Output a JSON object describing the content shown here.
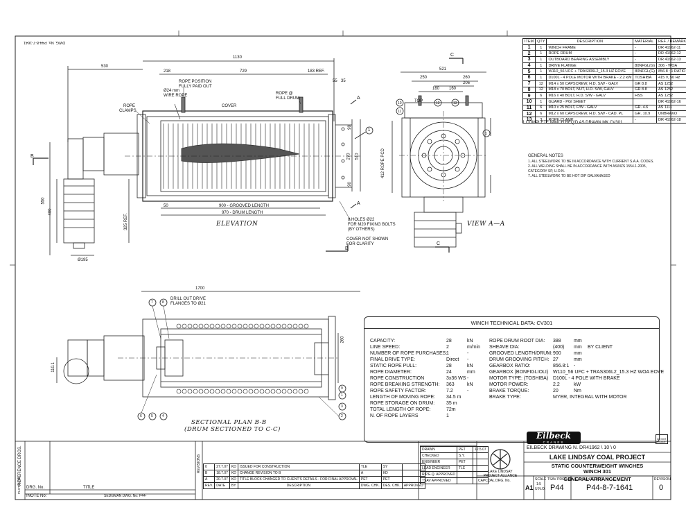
{
  "drawing_number_top": "DWG. No. P44-8-7-1641",
  "elevation": {
    "title": "ELEVATION",
    "dims": {
      "d530": "530",
      "d1130": "1130",
      "d218": "218",
      "d729": "729",
      "d183": "183 REF.",
      "d55": "55",
      "d35": "35",
      "d90a": "90",
      "d90b": "90",
      "d270": "270",
      "d510": "510",
      "d550": "550",
      "d400": "400",
      "d325": "325 REF.",
      "d195": "Ø195",
      "d50": "50",
      "d900": "900 - GROOVED LENGTH",
      "d970": "970 - DRUM LENGTH"
    },
    "notes": {
      "rope_position": "ROPE POSITION",
      "fully_paid": "FULLY PAID OUT",
      "wire_rope_a": "Ø24 mm",
      "wire_rope_b": "WIRE ROPE",
      "rope_at": "ROPE @",
      "full_drum": "FULL DRUM",
      "cover": "COVER",
      "rope_clamps_a": "ROPE",
      "rope_clamps_b": "CLAMPS",
      "holes_a": "8 HOLES Ø22",
      "holes_b": "FOR M20 FIXING BOLTS",
      "holes_c": "(BY OTHERS)",
      "cover_not_a": "COVER NOT SHOWN",
      "cover_not_b": "FOR CLARITY"
    },
    "section_markers": {
      "a": "A",
      "b": "B"
    }
  },
  "view_aa": {
    "title": "VIEW A—A",
    "dims": {
      "d521": "521",
      "d250": "250",
      "d260": "260",
      "d206": "206",
      "d160a": "160",
      "d160b": "160",
      "d412": "412 ROPE PCD"
    },
    "labels": {
      "top": "TOP",
      "c": "C"
    }
  },
  "section_bb": {
    "title_a": "SECTIONAL PLAN B-B",
    "title_b": "(DRUM SECTIONED TO C-C)",
    "dims": {
      "d1700": "1700",
      "d260": "260",
      "d1101": "110.1"
    },
    "notes": {
      "drill_a": "DRILL OUT DRIVE",
      "drill_b": "FLANGES TO Ø21"
    }
  },
  "bom": {
    "headers": [
      "ITEM",
      "QTY",
      "DESCRIPTION",
      "MATERIAL",
      "REF. / REMARKS"
    ],
    "rows": [
      [
        "1",
        "1",
        "WINCH FRAME",
        "-",
        "DR 41962-11"
      ],
      [
        "2",
        "1",
        "ROPE DRUM",
        "-",
        "DR 41962-12"
      ],
      [
        "3",
        "1",
        "OUTBOARD BEARING ASSEMBLY",
        "-",
        "DR 41962-13"
      ],
      [
        "4",
        "1",
        "DRIVE FLANGE",
        "80NFGL(G)",
        "306 - WOA"
      ],
      [
        "5",
        "1",
        "W110_56 UFC + TRAS306L2_15.3 HZ EOVE",
        "80NFGL(G)",
        "856.8 : 1 RATIO"
      ],
      [
        "6",
        "1",
        "D100L - 4 POLE MOTOR WITH BRAKE - 2.2 kW",
        "TOSHIBA",
        "415 V, 50 Hz"
      ],
      [
        "7",
        "12",
        "M14 x 50 CAPSCREW, H.D. S/W - GALV",
        "GR 8.8",
        "AS 1252"
      ],
      [
        "8",
        "12",
        "M18 x 70 BOLT, NUT, H.D. S/W, GALV",
        "GR 8.8",
        "AS 1252"
      ],
      [
        "9",
        "6",
        "M16 x 40 BOLT, H.D. S/W - GALV",
        "HSS",
        "AS 1252"
      ],
      [
        "10",
        "1",
        "GUARD - PGI SHEET",
        "",
        "DR 41962-16"
      ],
      [
        "11",
        "6",
        "M10 x 25 BOLT, F/W - GALV",
        "GR. 4.6",
        "AS 1111"
      ],
      [
        "12",
        "6",
        "M12 x 60 CAPSCREW, H.D. S/W - CAD. PL",
        "GR. 10.9",
        "UNBRAKO"
      ],
      [
        "13",
        "3",
        "ROPE CLAMP",
        "-",
        "DR 41962-18"
      ]
    ],
    "footer": "1 COMPLETE WINCH REQ'D AS DRAWN MK CV301"
  },
  "general_notes": {
    "title": "GENERAL NOTES",
    "items": [
      "1.  ALL STEELWORK TO BE IN ACCORDANCE WITH CURRENT S.A.A. CODES.",
      "2.  ALL WELDING SHALL BE IN ACCORDANCE WITH AS/NZS 1554.1-2005,",
      "     CATEGORY SP, U.O.N.",
      "7.  ALL STEELWORK TO BE HOT DIP GALVANASED"
    ]
  },
  "tech": {
    "title": "WINCH TECHNICAL DATA: CV301",
    "left": [
      [
        "CAPACITY:",
        "28",
        "kN"
      ],
      [
        "LINE SPEED:",
        "2",
        "m/min"
      ],
      [
        "NUMBER OF ROPE PURCHASES:",
        "1",
        "-"
      ],
      [
        "FINAL DRIVE TYPE:",
        "Direct",
        "-"
      ],
      [
        "STATIC ROPE PULL:",
        "28",
        "kN"
      ],
      [
        "ROPE DIAMETER:",
        "24",
        "mm"
      ],
      [
        "ROPE CONSTRUCTION",
        "3x36 WS",
        "-"
      ],
      [
        "ROPE BREAKING STRENGTH:",
        "363",
        "kN"
      ],
      [
        "ROPE SAFETY FACTOR:",
        "7.2",
        "-"
      ],
      [
        "LENGTH OF MOVING ROPE:",
        "34.5 m",
        ""
      ],
      [
        "ROPE STORAGE ON DRUM:",
        "35 m",
        ""
      ],
      [
        "TOTAL LENGTH OF ROPE:",
        "72m",
        ""
      ],
      [
        "N. OF ROPE LAYERS",
        "1",
        ""
      ]
    ],
    "right": [
      [
        "ROPE DRUM ROOT DIA:",
        "388",
        "mm",
        ""
      ],
      [
        "SHEAVE DIA:",
        "(400)",
        "mm",
        "BY CLIENT"
      ],
      [
        "GROOVED LENGTH/DRUM:",
        "900",
        "mm",
        ""
      ],
      [
        "DRUM GROOVING PITCH:",
        "27",
        "mm",
        ""
      ],
      [
        "GEARBOX RATIO:",
        "856.8:1",
        "-",
        ""
      ],
      [
        "GEARBOX (BONFIGLIOLI)",
        "W110_56 UFC + TRAS306L2_15.3 HZ WOA EOVE",
        "",
        ""
      ],
      [
        "MOTOR TYPE: (TOSHIBA)",
        "D100L - 4 POLE WITH BRAKE",
        "",
        ""
      ],
      [
        "MOTOR POWER:",
        "2.2",
        "kW",
        ""
      ],
      [
        "BRAKE TORQUE:",
        "20",
        "Nm",
        ""
      ],
      [
        "BRAKE TYPE:",
        "MYER, INTEGRAL WITH MOTOR",
        "",
        ""
      ]
    ]
  },
  "titleblock": {
    "logo": "Eilbeck",
    "logo_sub": "CRANES",
    "eilbeck_drawing": "EILBECK DRAWING N. DR41962 \\ 10 \\ 0",
    "project": "LAKE LINDSAY COAL PROJECT",
    "title1": "STATIC COUNTERWEIGHT WINCHES",
    "title2": "WINCH 301",
    "title3": "GENERAL ARRANGEMENT",
    "alliance_a": "LAKE LINDSAY",
    "alliance_b": "PROJECT ALLIANCE",
    "size_label": "A1",
    "scale_label": "SCALE",
    "scale_value": "1:5",
    "scale_sub": "U.N.O.",
    "tsav_label": "TSAV PROJ. No.",
    "tsav_value": "P44",
    "alliance_dwg_label": "ALLIANCE DRG. No.",
    "alliance_dwg_value": "P44-8-7-1641",
    "revision_label": "REVISION",
    "revision_value": "0",
    "capcoal": "CAPCOAL DRG. No.",
    "roles": [
      [
        "DRAWN",
        "PET",
        "12.5.07"
      ],
      [
        "CHECKED",
        "S.Y.",
        ""
      ],
      [
        "ENGINEER",
        "PET",
        ""
      ],
      [
        "LEAD ENGINEER",
        "TLE",
        ""
      ],
      [
        "R.P.E.Q. APPROVED",
        "",
        ""
      ],
      [
        "TSAV APPROVED",
        "",
        ""
      ]
    ],
    "revisions": [
      [
        "0",
        "27.7.07",
        "KD",
        "ISSUED FOR CONSTRUCTION",
        "TLE",
        "SY"
      ],
      [
        "B",
        "18.7.07",
        "KD",
        "CHANGE REVISION TO B",
        "A",
        "KD"
      ],
      [
        "A",
        "20.7.07",
        "KD",
        "TITLE BLOCK CHANGED TO CLIENT'S DETAILS - FOR FINAL APPROVAL",
        "PET",
        "PET"
      ]
    ],
    "rev_headers": [
      "REV.",
      "DATE",
      "BY",
      "DESCRIPTION",
      "DWG. CHK.",
      "DES. CHK.",
      "APPROVED"
    ],
    "revisions_label": "REVISIONS",
    "ref_drgs": "REFERENCE DRGS.",
    "drg_no": "DRG. No.",
    "title_col": "TITLE",
    "plot_date": "PLOT DATE:",
    "inote": "INOTE  No:",
    "sedgman": "SEDGMAN DWG.  No:  P44-",
    "do_not_scale": "DO NOT SCALE"
  }
}
